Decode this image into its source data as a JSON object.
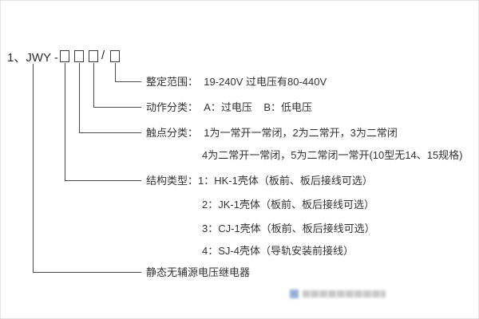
{
  "title": {
    "prefix": "1、JWY - ",
    "separator": "/"
  },
  "labels": {
    "setting_range": "整定范围：  19-240V 过电压有80-440V",
    "action_class": "动作分类：  A：过电压    B：低电压",
    "contact_class_line1": "触点分类：  1为一常开一常闭，2为二常开，3为二常闭",
    "contact_class_line2": "4为二常开一常闭，5为二常闭一常开(10型无14、15规格)",
    "structure_line1": "结构类型：1：HK-1壳体（板前、板后接线可选）",
    "structure_line2": "2：JK-1壳体（板前、板后接线可选）",
    "structure_line3": "3：CJ-1壳体（板前、板后接线可选）",
    "structure_line4": "4：SJ-4壳体（导轨安装前接线）",
    "relay_name": "静态无辅源电压继电器"
  },
  "colors": {
    "line": "#4a4a4a",
    "text": "#333333",
    "watermark_logo": "#3f6fb5"
  }
}
